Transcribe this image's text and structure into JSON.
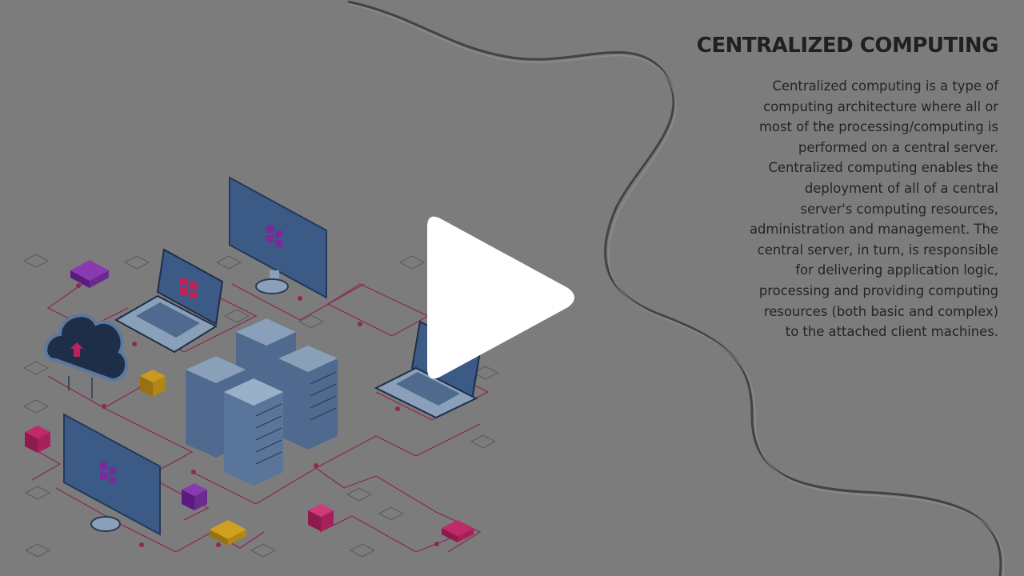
{
  "slide": {
    "title": "CENTRALIZED COMPUTING",
    "body_lines": [
      "Centralized computing is a type of",
      "computing architecture where all or",
      "most of the processing/computing is",
      "performed on a central server.",
      "Centralized computing enables the",
      "deployment of all of a central",
      "server's computing resources,",
      "administration and management. The",
      "central server, in turn, is responsible",
      "for delivering application logic,",
      "processing and providing computing",
      "resources (both basic and complex)",
      "to the attached client machines."
    ],
    "colors": {
      "background": "#7c7c7c",
      "title": "#202020",
      "text": "#242424",
      "circuit_line": "#8a2a55",
      "device_blue": "#3b5a86",
      "play_icon": "#ffffff"
    }
  },
  "overlay": {
    "icon": "play-icon"
  },
  "illustration": {
    "icons": [
      "monitor-icon",
      "laptop-icon",
      "cloud-upload-icon",
      "server-rack-icon",
      "cube-icon",
      "router-icon"
    ]
  }
}
